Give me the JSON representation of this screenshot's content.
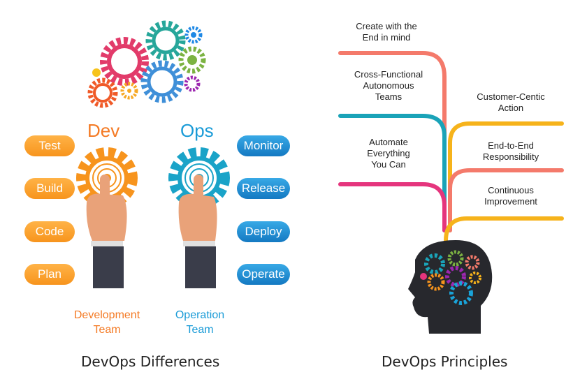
{
  "left": {
    "dev_title": "Dev",
    "ops_title": "Ops",
    "dev_items": [
      "Test",
      "Build",
      "Code",
      "Plan"
    ],
    "ops_items": [
      "Monitor",
      "Release",
      "Deploy",
      "Operate"
    ],
    "dev_team": [
      "Development",
      "Team"
    ],
    "ops_team": [
      "Operation",
      "Team"
    ],
    "caption": "DevOps Differences"
  },
  "right": {
    "principles": [
      {
        "lines": [
          "Create with the",
          "End in mind"
        ]
      },
      {
        "lines": [
          "Cross-Functional",
          "Autonomous",
          "Teams"
        ]
      },
      {
        "lines": [
          "Customer-Centic",
          "Action"
        ]
      },
      {
        "lines": [
          "Automate",
          "Everything",
          "You Can"
        ]
      },
      {
        "lines": [
          "End-to-End",
          "Responsibility"
        ]
      },
      {
        "lines": [
          "Continuous",
          "Improvement"
        ]
      }
    ],
    "caption": "DevOps Principles"
  },
  "colors": {
    "orange": "#f7941d",
    "blue": "#1479c2",
    "salmon": "#f47a6b",
    "teal": "#1aa3b8",
    "yellow": "#f6b31b",
    "magenta": "#e5357d",
    "dev_title": "#f47a24",
    "ops_title": "#1a9bd7"
  }
}
